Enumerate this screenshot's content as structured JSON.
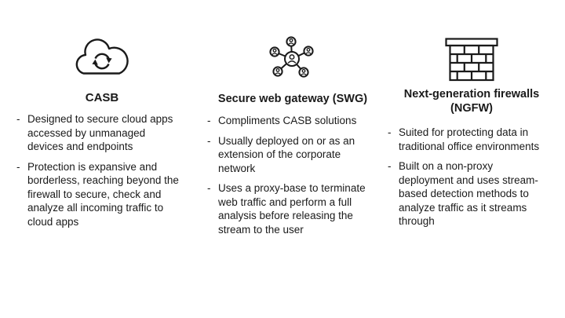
{
  "slide": {
    "background": "#ffffff",
    "text_color": "#1a1a1a"
  },
  "bullet_marker": "-",
  "columns": [
    {
      "id": "casb",
      "icon": "cloud-sync-icon",
      "title": "CASB",
      "bullets": [
        "Designed to secure cloud apps\naccessed by unmanaged\ndevices and endpoints",
        "Protection is expansive and\nborderless, reaching beyond the\nfirewall to secure, check and\nanalyze all incoming traffic to\ncloud apps"
      ]
    },
    {
      "id": "swg",
      "icon": "user-network-icon",
      "title": "Secure web gateway (SWG)",
      "bullets": [
        "Compliments CASB solutions",
        "Usually deployed on or as an\nextension of the corporate\nnetwork",
        "Uses a proxy-base to terminate\nweb traffic and perform a full\nanalysis before releasing the\nstream to the user"
      ]
    },
    {
      "id": "ngfw",
      "icon": "brick-wall-icon",
      "title": "Next-generation firewalls\n(NGFW)",
      "bullets": [
        "Suited for protecting data in\ntraditional office environments",
        "Built on a non-proxy\ndeployment and uses stream-\nbased detection methods to\nanalyze traffic as it streams\nthrough"
      ]
    }
  ]
}
